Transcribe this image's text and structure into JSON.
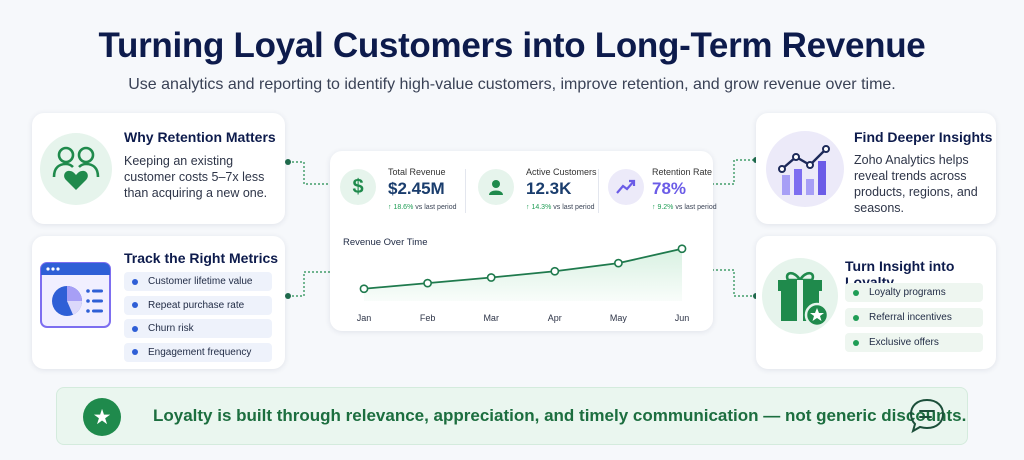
{
  "header": {
    "title": "Turning Loyal Customers into Long-Term Revenue",
    "subtitle": "Use analytics and reporting to identify high-value customers, improve retention, and grow revenue over time."
  },
  "why_card": {
    "title": "Why Retention Matters",
    "text": "Keeping an existing customer costs 5–7x less than acquiring a new one.",
    "icon": "people-heart-icon"
  },
  "track_card": {
    "title": "Track the Right Metrics",
    "icon": "dashboard-pie-icon",
    "items": [
      "Customer lifetime value",
      "Repeat purchase rate",
      "Churn risk",
      "Engagement frequency"
    ]
  },
  "dashboard": {
    "metrics": [
      {
        "label": "Total Revenue",
        "value": "$2.45M",
        "delta": "18.6%",
        "delta_suffix": "vs last period",
        "icon": "dollar-icon"
      },
      {
        "label": "Active Customers",
        "value": "12.3K",
        "delta": "14.3%",
        "delta_suffix": "vs last period",
        "icon": "user-icon"
      },
      {
        "label": "Retention Rate",
        "value": "78%",
        "delta": "9.2%",
        "delta_suffix": "vs last period",
        "icon": "trend-up-icon"
      }
    ],
    "chart_title": "Revenue Over Time"
  },
  "chart_data": {
    "type": "area",
    "title": "Revenue Over Time",
    "categories": [
      "Jan",
      "Feb",
      "Mar",
      "Apr",
      "May",
      "Jun"
    ],
    "values": [
      1.0,
      1.9,
      2.8,
      3.8,
      5.1,
      7.4
    ],
    "ylim": [
      0,
      8
    ],
    "grid": false,
    "colors": {
      "line": "#1f7a4d",
      "fill": "#d6f0e0"
    }
  },
  "find_card": {
    "title": "Find Deeper Insights",
    "text": "Zoho Analytics helps reveal trends across products, regions, and seasons.",
    "icon": "bar-line-chart-icon"
  },
  "loyal_card": {
    "title": "Turn Insight into Loyalty",
    "icon": "gift-star-icon",
    "items": [
      "Loyalty programs",
      "Referral incentives",
      "Exclusive offers"
    ]
  },
  "banner": {
    "text": "Loyalty is built through relevance, appreciation, and timely communication — not generic discounts.",
    "icon": "star-icon",
    "chat_icon": "chat-bubble-icon"
  },
  "colors": {
    "navy": "#0d1b4c",
    "green": "#1f8a4c",
    "blue": "#2f5fd6",
    "purple": "#6b5ce7"
  }
}
